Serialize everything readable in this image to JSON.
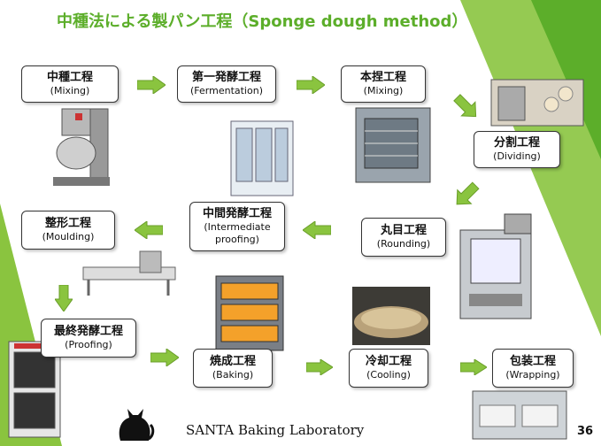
{
  "slide": {
    "title": "中種法による製パン工程（Sponge dough method）",
    "footer": "SANTA Baking Laboratory",
    "page_number": "36"
  },
  "steps": [
    {
      "jp": "中種工程",
      "en": "(Mixing)"
    },
    {
      "jp": "第一発酵工程",
      "en": "(Fermentation)"
    },
    {
      "jp": "本捏工程",
      "en": "(Mixing)"
    },
    {
      "jp": "分割工程",
      "en": "(Dividing)"
    },
    {
      "jp": "丸目工程",
      "en": "(Rounding)"
    },
    {
      "jp": "中間発酵工程",
      "en": "(Intermediate",
      "en2": "proofing)"
    },
    {
      "jp": "整形工程",
      "en": "(Moulding)"
    },
    {
      "jp": "最終発酵工程",
      "en": "(Proofing)"
    },
    {
      "jp": "焼成工程",
      "en": "(Baking)"
    },
    {
      "jp": "冷却工程",
      "en": "(Cooling)"
    },
    {
      "jp": "包装工程",
      "en": "(Wrapping)"
    }
  ],
  "colors": {
    "accent": "#5cae2a",
    "arrow": "#8ac43f",
    "arrow_stroke": "#6a9e2a"
  }
}
